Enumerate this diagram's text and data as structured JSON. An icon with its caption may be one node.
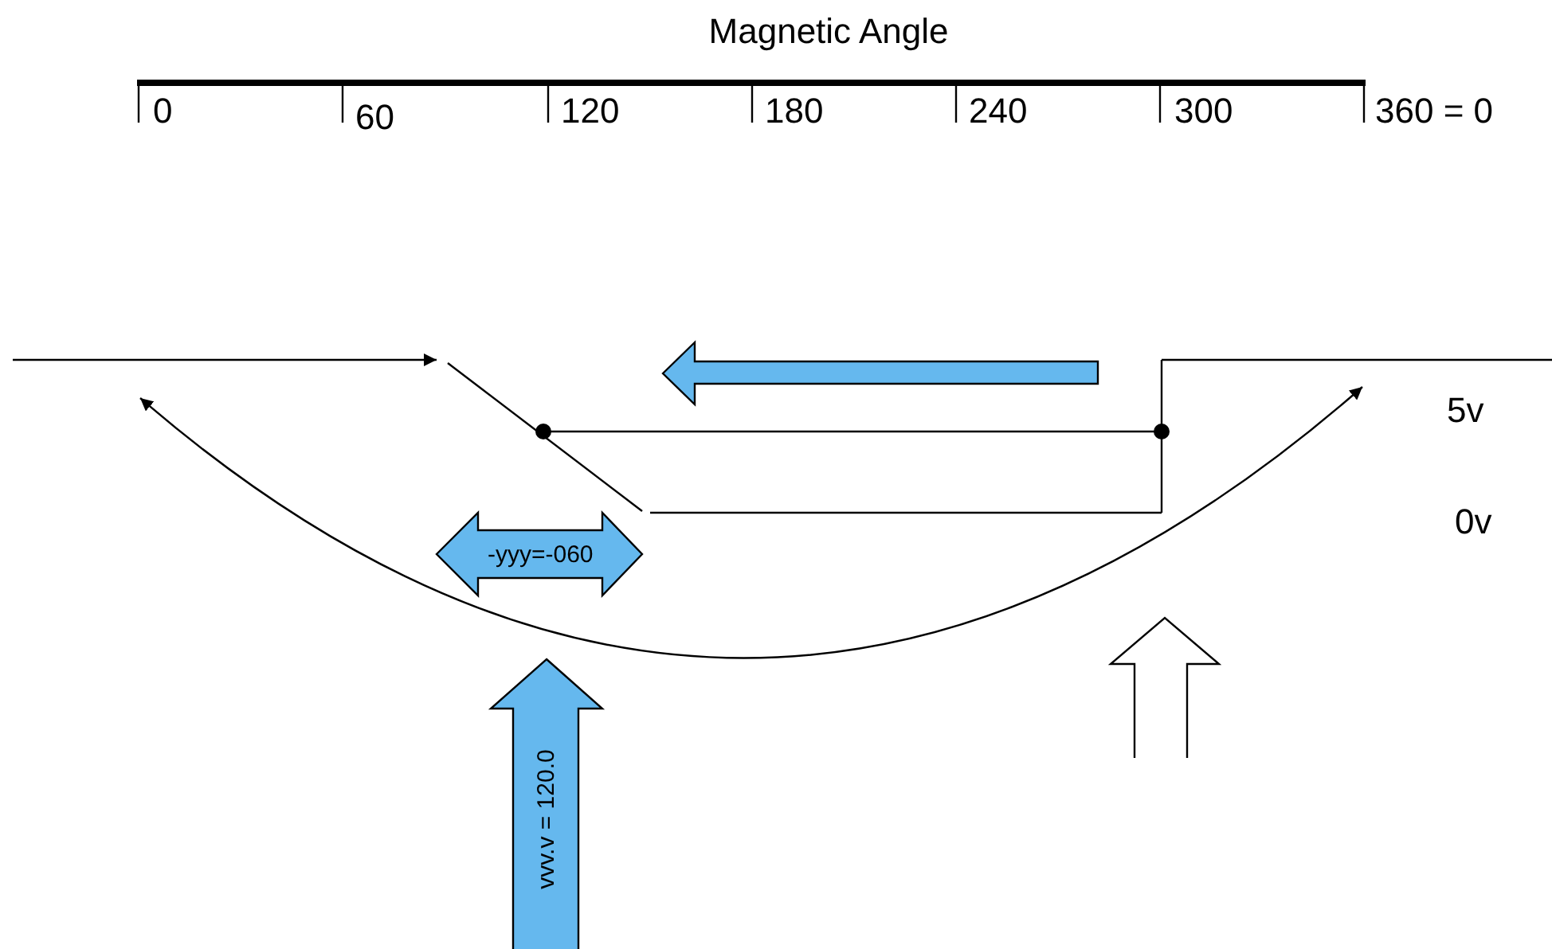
{
  "diagram": {
    "title": "Magnetic Angle",
    "nodes": [
      {
        "text": [],
        "shape": "arrow"
      },
      {
        "text": [
          "-yyy=-060"
        ]
      },
      {
        "text": [
          "vvv.v = 120.0"
        ]
      },
      {
        "text": [],
        "shape": "arrow"
      }
    ],
    "labels": [
      "0",
      "60",
      "120",
      "180",
      "240",
      "300",
      "360 = 0",
      "5v",
      "0v"
    ]
  }
}
